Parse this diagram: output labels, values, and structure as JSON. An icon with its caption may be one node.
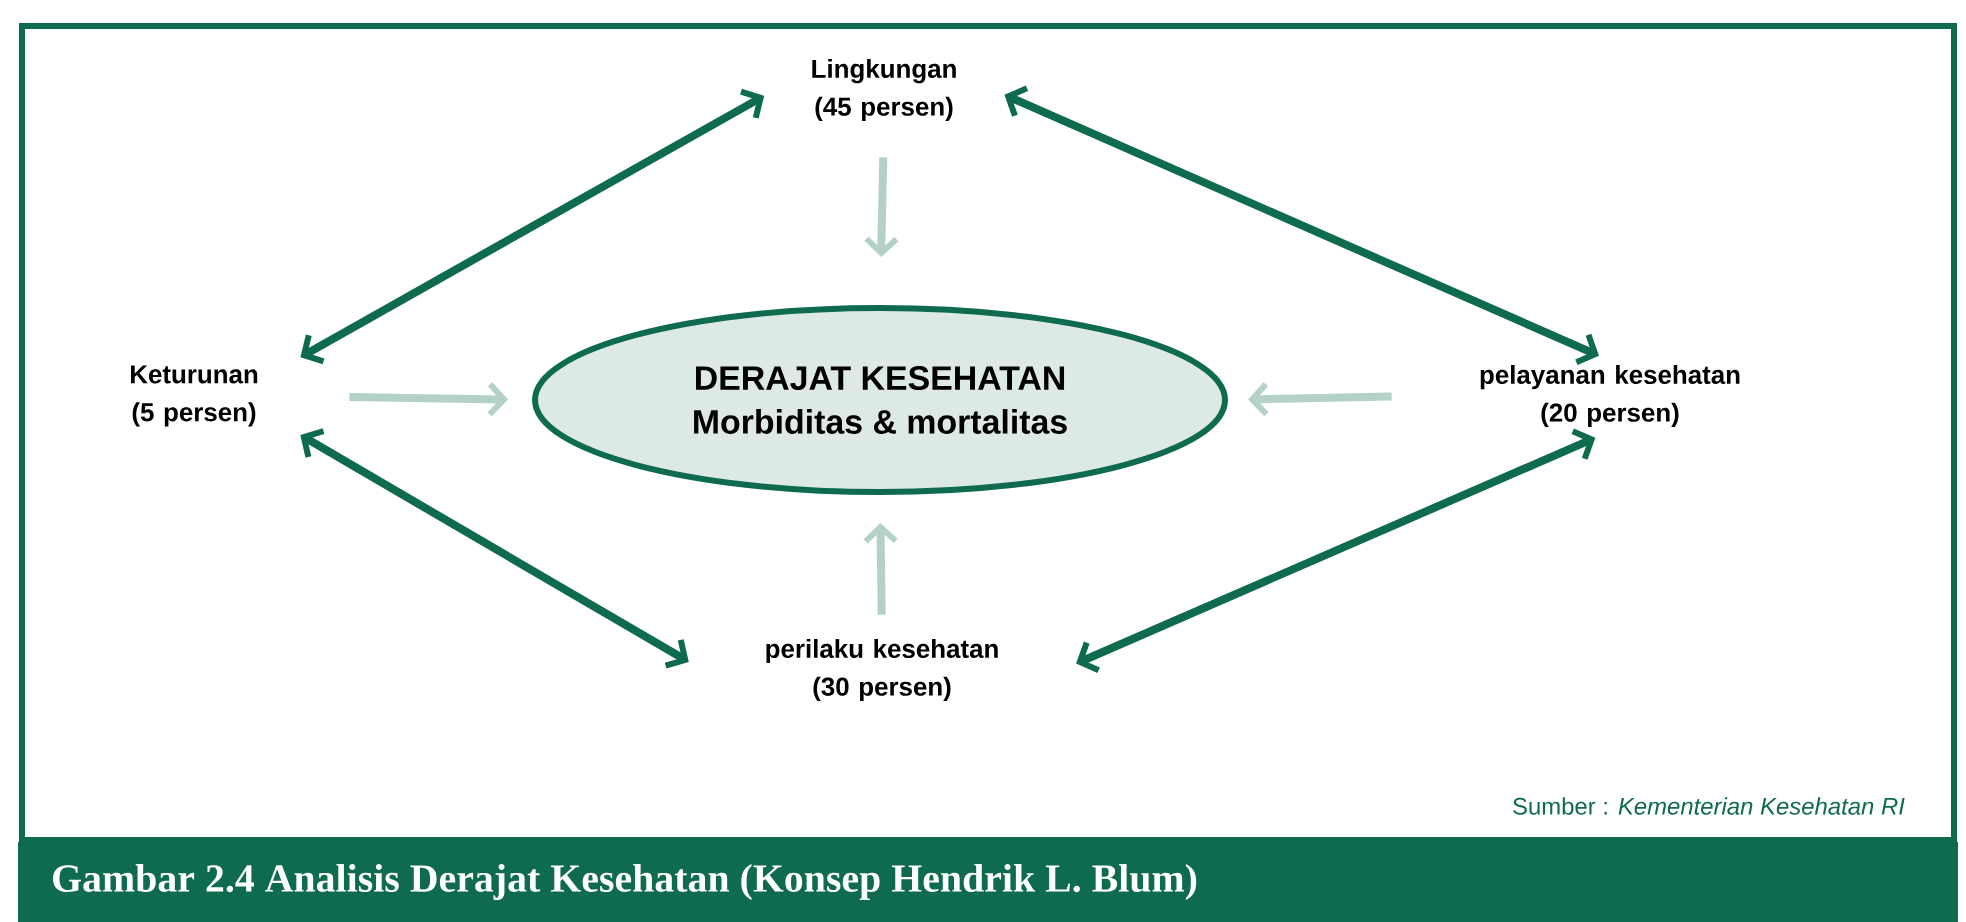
{
  "diagram": {
    "caption": "Gambar 2.4  Analisis Derajat Kesehatan (Konsep Hendrik L. Blum)",
    "nodes": [
      {
        "text": [
          "DERAJAT KESEHATAN",
          "Morbiditas & mortalitas"
        ]
      },
      {
        "text": [
          "Lingkungan (45 persen)"
        ]
      },
      {
        "text": [
          "Keturunan (5 persen)"
        ]
      },
      {
        "text": [
          "pelayanan kesehatan (20 persen)"
        ]
      },
      {
        "text": [
          "perilaku kesehatan (30 persen)"
        ]
      }
    ],
    "edges": [
      {
        "from": 2,
        "to": 1,
        "arrow": "both"
      },
      {
        "from": 1,
        "to": 3,
        "arrow": "both"
      },
      {
        "from": 1,
        "to": 0,
        "arrow": "to",
        "color": "#b3d1c7"
      },
      {
        "from": 2,
        "to": 0,
        "arrow": "to",
        "color": "#b3d1c7"
      },
      {
        "from": 3,
        "to": 0,
        "arrow": "to",
        "color": "#b3d1c7"
      },
      {
        "from": 4,
        "to": 0,
        "arrow": "to",
        "color": "#b3d1c7"
      },
      {
        "from": 2,
        "to": 4,
        "arrow": "both"
      },
      {
        "from": 4,
        "to": 3,
        "arrow": "both"
      }
    ],
    "labels": [
      "Sumber : *Kementerian Kesehatan RI*"
    ]
  }
}
